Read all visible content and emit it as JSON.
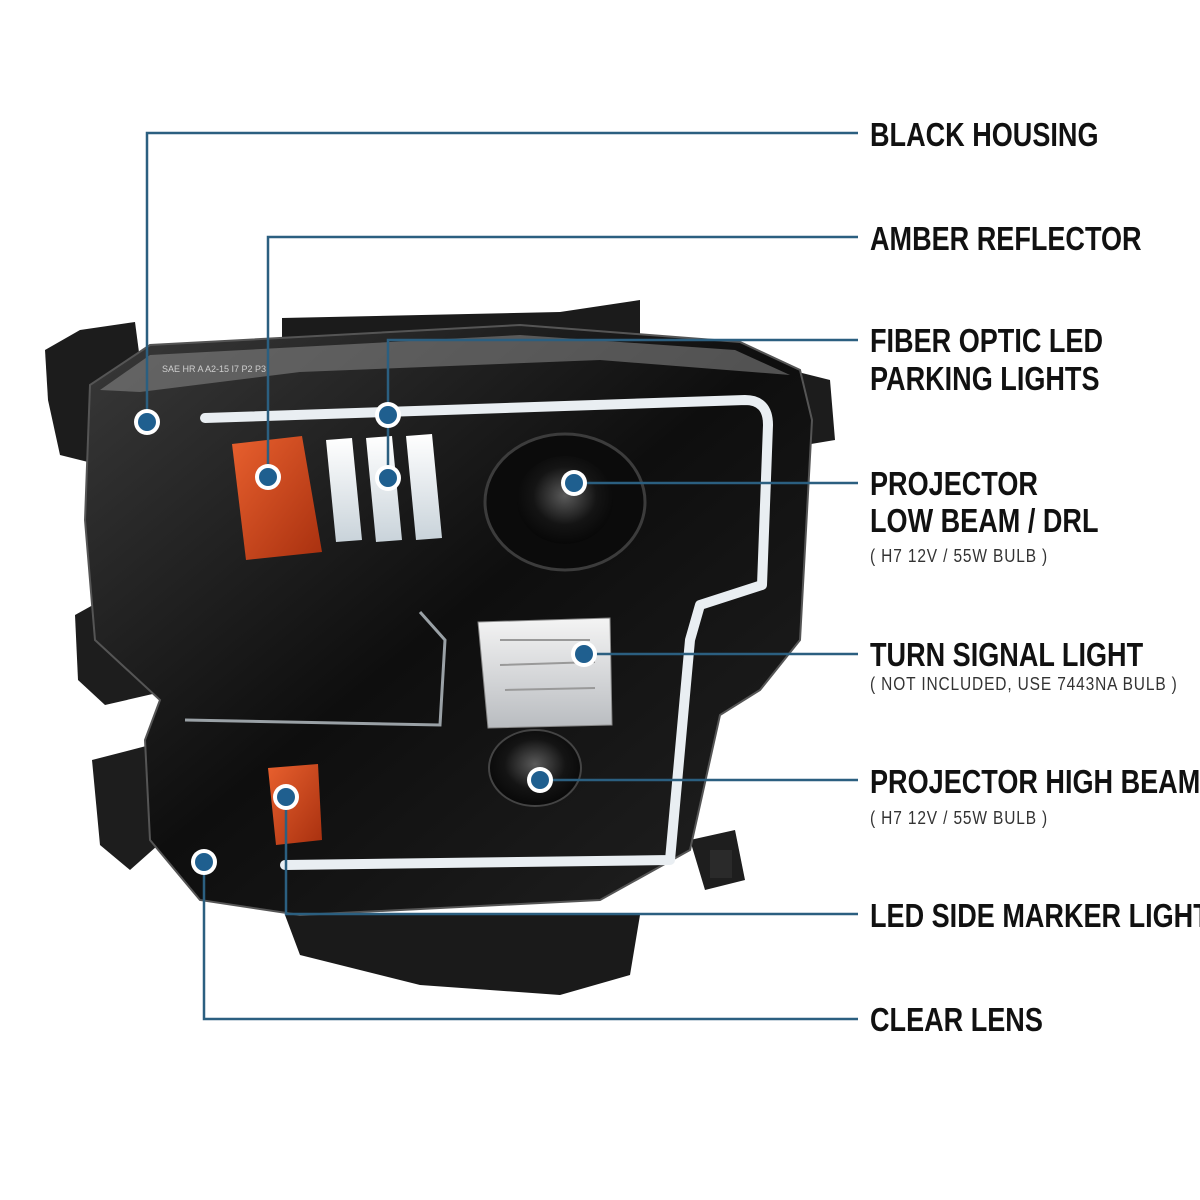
{
  "colors": {
    "leader": "#2b5f80",
    "dot": "#1f5f8f",
    "housing": "#161616",
    "amber": "#d2461c",
    "led": "#eef2f5"
  },
  "labels": {
    "black_housing": "BLACK HOUSING",
    "amber_reflector": "AMBER REFLECTOR",
    "fiber_optic_1": "FIBER OPTIC LED",
    "fiber_optic_2": "PARKING LIGHTS",
    "projector_low_1": "PROJECTOR",
    "projector_low_2": "LOW BEAM / DRL",
    "projector_low_note": "( H7  12V / 55W  BULB )",
    "turn_signal": "TURN SIGNAL LIGHT",
    "turn_signal_note": "( NOT INCLUDED, USE  7443NA  BULB )",
    "projector_high": "PROJECTOR HIGH BEAM",
    "projector_high_note": "( H7  12V / 55W  BULB )",
    "side_marker": "LED SIDE MARKER LIGHT",
    "clear_lens": "CLEAR LENS"
  },
  "product": {
    "lens_marking": "SAE HR A A2-15 I7 P2 P3"
  }
}
